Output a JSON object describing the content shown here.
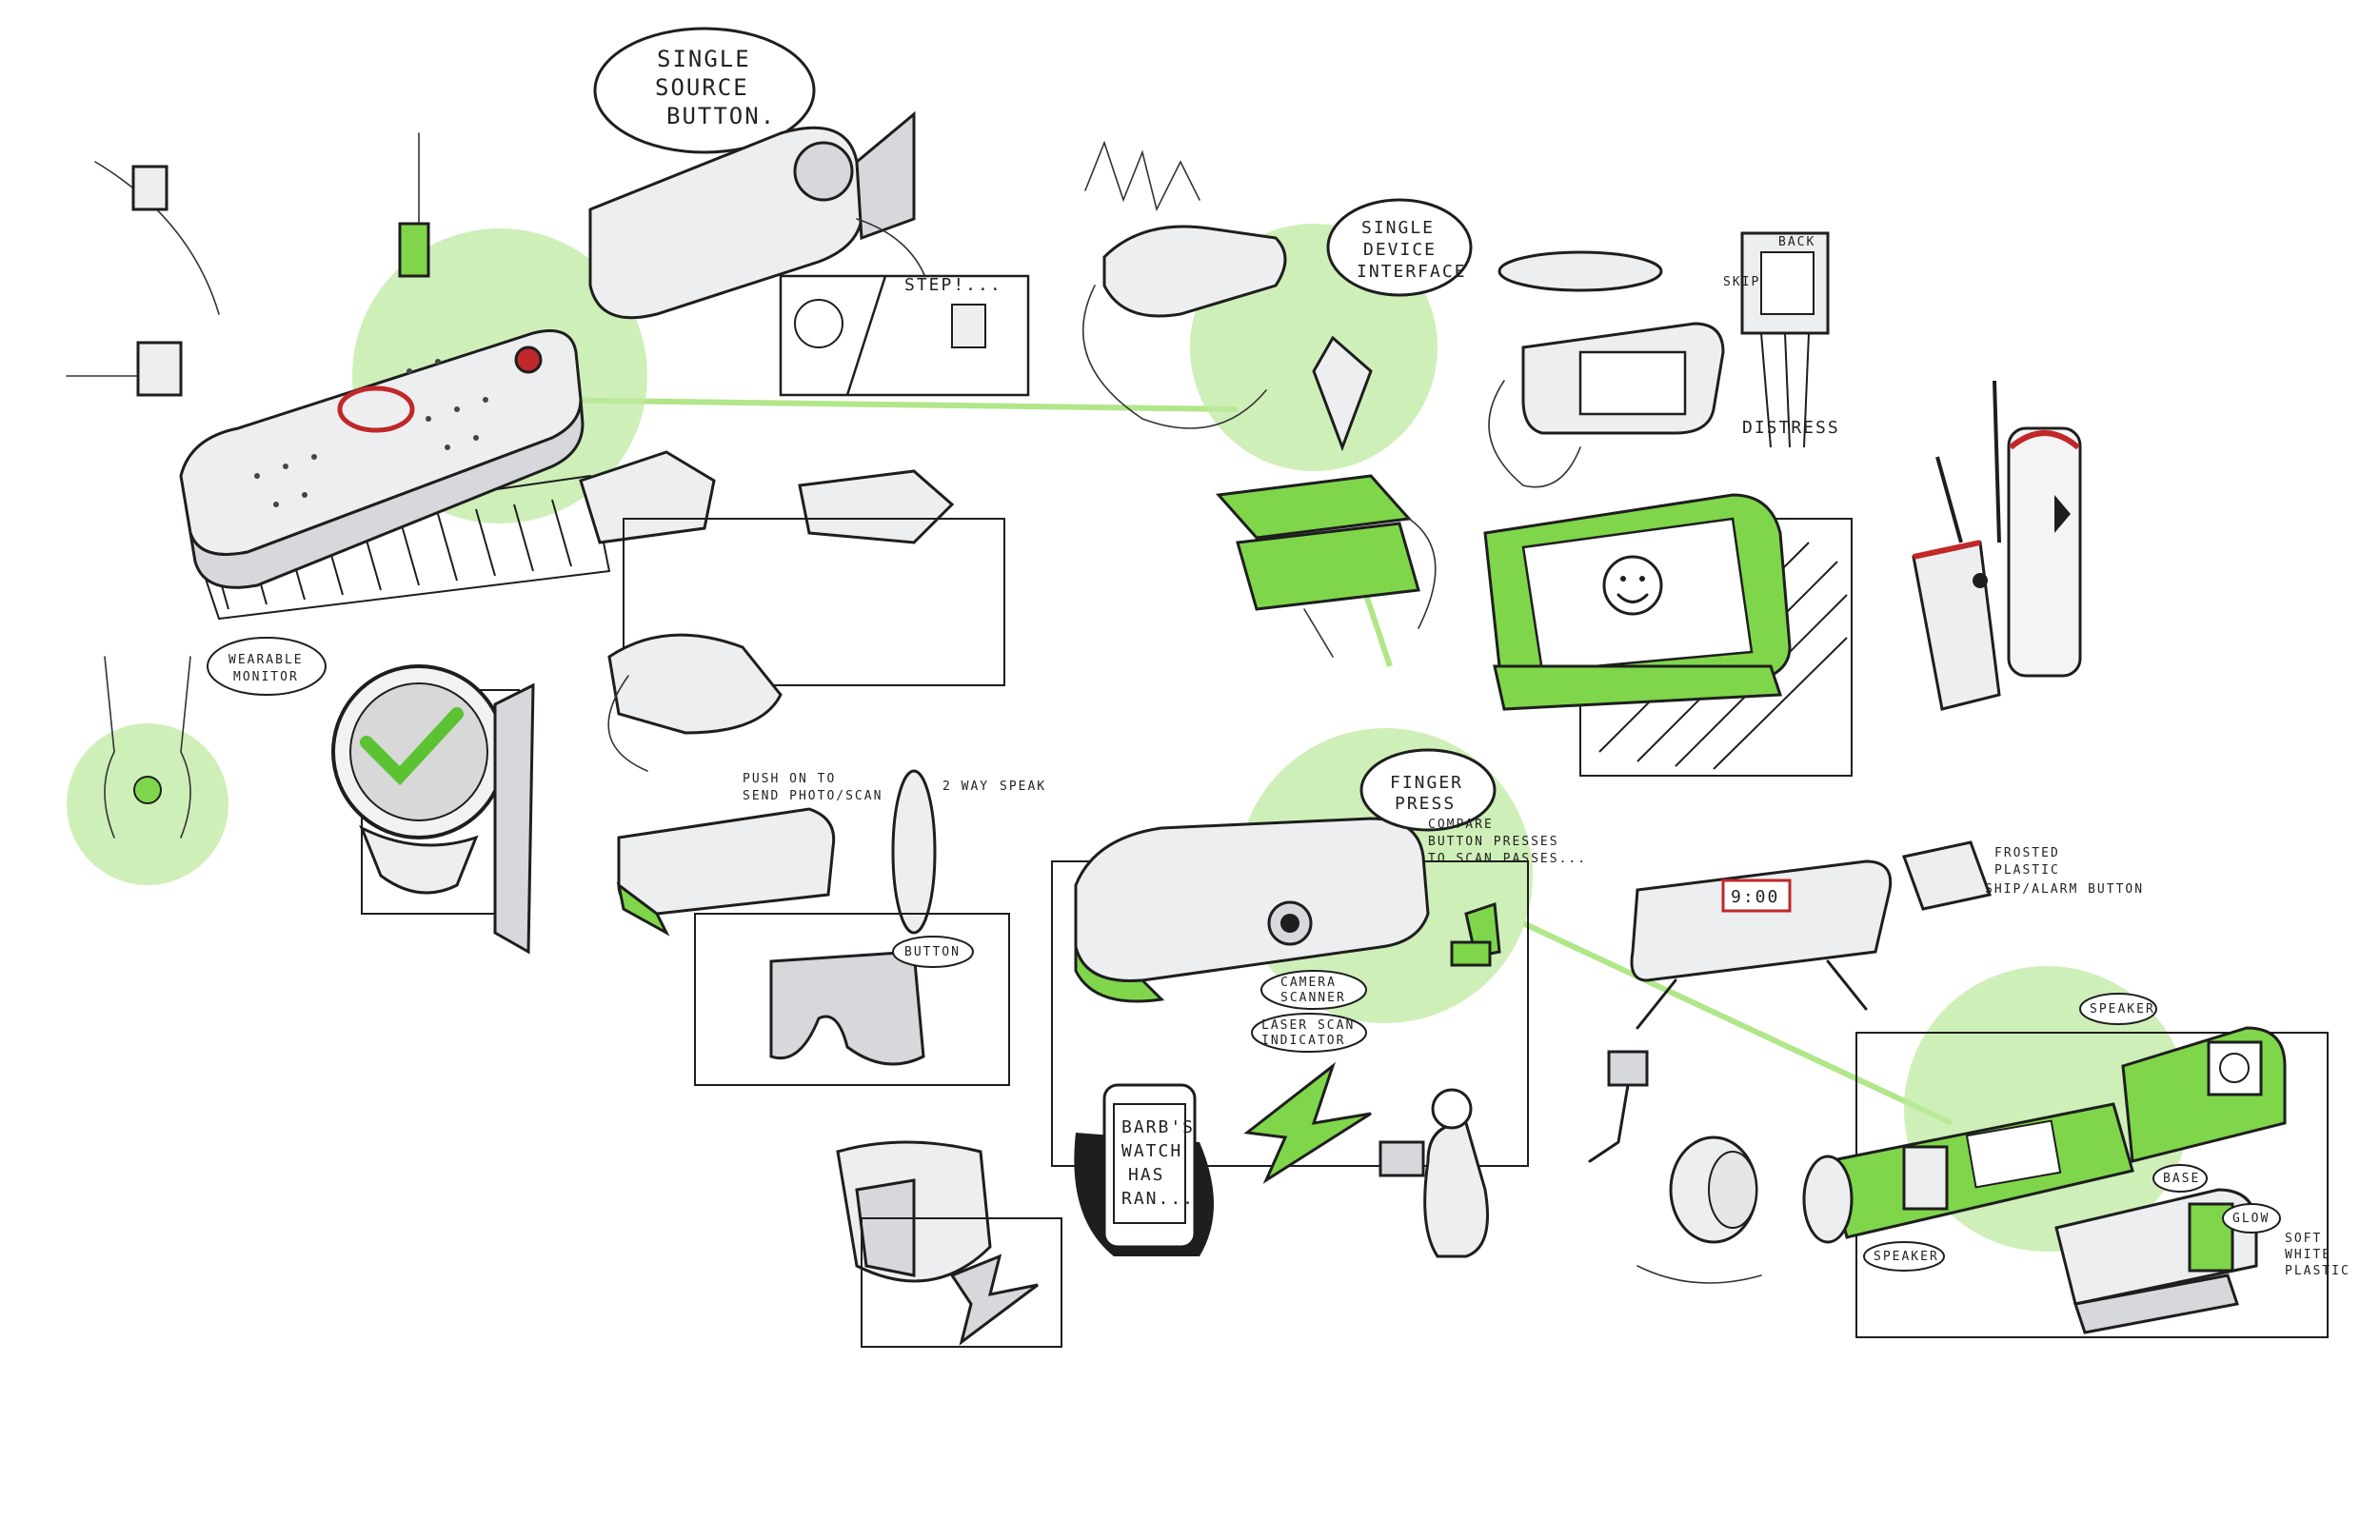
{
  "annotations": {
    "single_source_button": [
      "SINGLE",
      "SOURCE",
      "BUTTON."
    ],
    "storyboard_step": "STEP!...",
    "single_device_interface": [
      "SINGLE",
      "DEVICE",
      "INTERFACE"
    ],
    "distress": "DISTRESS",
    "wearable_monitor": [
      "WEARABLE",
      "MONITOR"
    ],
    "push_to_send": [
      "PUSH ON TO",
      "SEND PHOTO/SCAN"
    ],
    "two_way": "2 WAY",
    "speaker_left": "SPEAK",
    "button": "BUTTON",
    "finger_press": [
      "FINGER",
      "PRESS"
    ],
    "compare_presses": [
      "COMPARE",
      "BUTTON PRESSES",
      "TO SCAN PASSES..."
    ],
    "camera_scanner": [
      "CAMERA",
      "SCANNER"
    ],
    "laser_scan": [
      "LASER SCAN",
      "INDICATOR"
    ],
    "phone_message": [
      "BARB'S",
      "WATCH",
      "HAS",
      "RAN..."
    ],
    "frosted_plastic": [
      "FROSTED",
      "PLASTIC"
    ],
    "ship_alarm": "SHIP/ALARM BUTTON",
    "clock_time": "9:00",
    "speaker_top": "SPEAKER",
    "base": "BASE",
    "speaker_bottom": "SPEAKER",
    "glow": "GLOW",
    "soft_white_plastic": [
      "SOFT",
      "WHITE",
      "PLASTIC"
    ],
    "watch_back": "BACK",
    "watch_side": "SKIP"
  },
  "colors": {
    "accent_green": "#7fd64a",
    "halo_green": "#bfeaa0",
    "ink": "#1e1e1e",
    "marker_grey": "#d6d8dc",
    "alert_red": "#c0282a"
  },
  "icons": [
    "checkmark-icon",
    "lightning-icon",
    "smiley-face-icon"
  ]
}
